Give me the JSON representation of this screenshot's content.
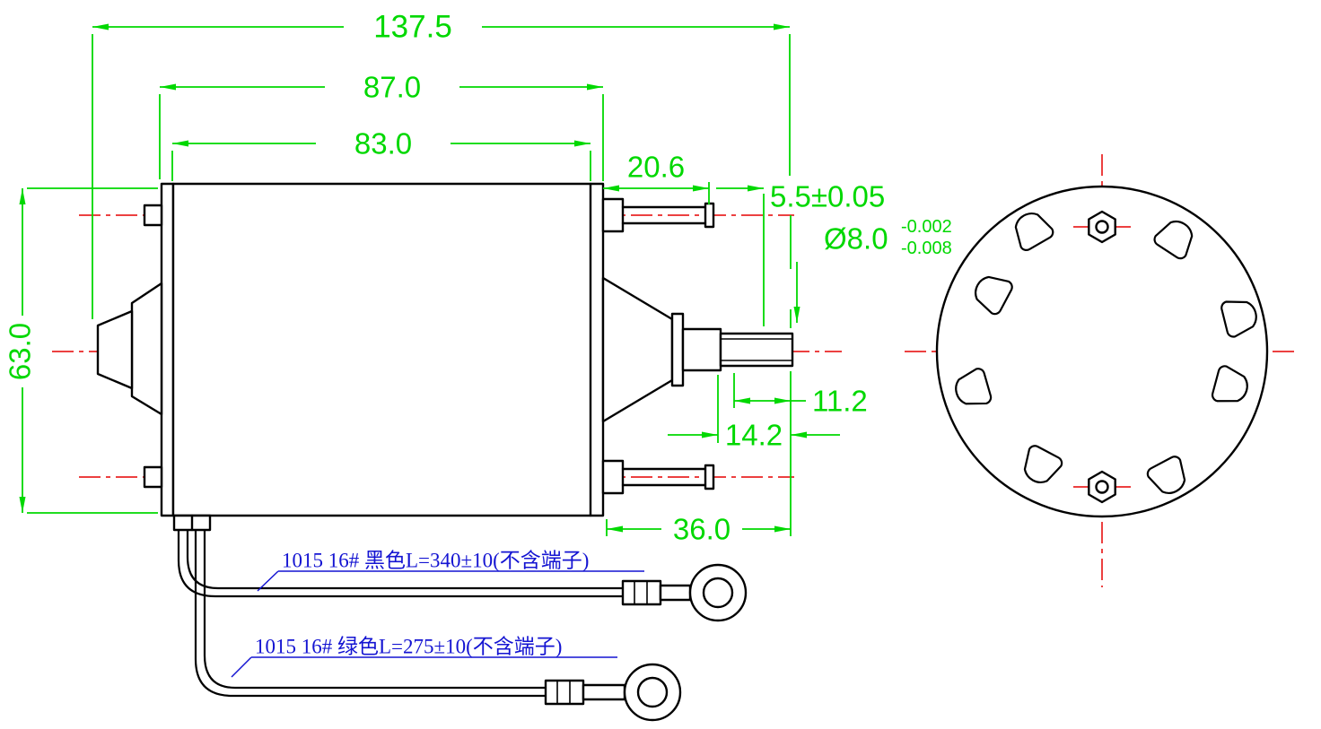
{
  "drawing": {
    "dimensions": {
      "overall_length": "137.5",
      "frame_length": "87.0",
      "body_length": "83.0",
      "terminal_length": "20.6",
      "shaft_flat_length": "5.5±0.05",
      "shaft_diameter": "Ø8.0",
      "shaft_diameter_tol_upper": "-0.002",
      "shaft_diameter_tol_lower": "-0.008",
      "body_height": "63.0",
      "thread_length": "11.2",
      "shaft_step_length": "14.2",
      "shaft_extension": "36.0"
    },
    "notes": {
      "black_wire": "1015 16# 黑色L=340±10(不含端子)",
      "green_wire": "1015 16# 绿色L=275±10(不含端子)"
    },
    "colors": {
      "dimension_green": "#00d800",
      "centerline_red": "#e60000",
      "note_blue": "#1414d2",
      "outline_black": "#000000",
      "background": "#ffffff"
    }
  }
}
